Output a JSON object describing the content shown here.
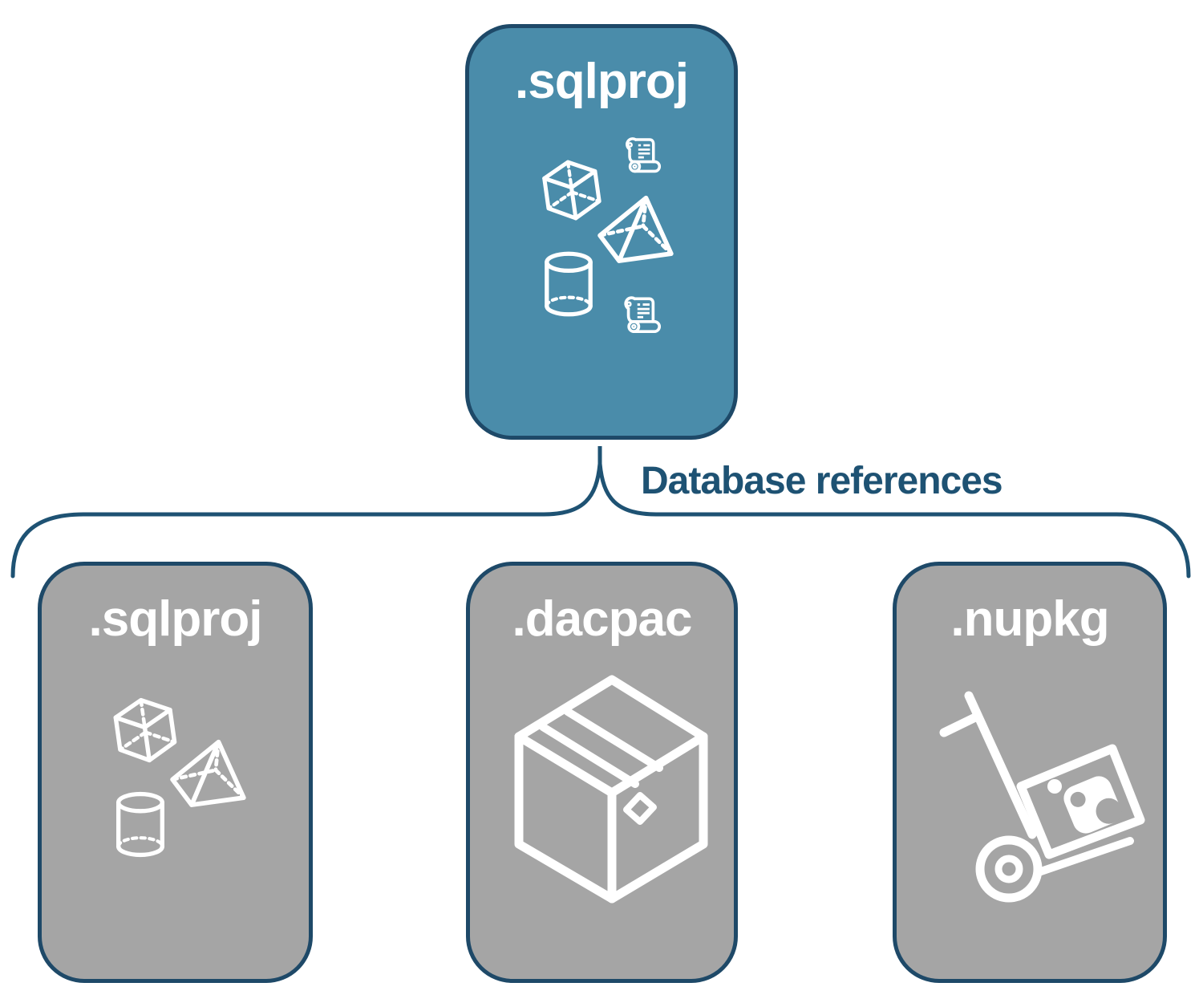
{
  "root": {
    "label": ".sqlproj"
  },
  "connector": {
    "label": "Database references"
  },
  "children": [
    {
      "label": ".sqlproj"
    },
    {
      "label": ".dacpac"
    },
    {
      "label": ".nupkg"
    }
  ],
  "colors": {
    "root_card_fill": "#4A8CAA",
    "child_card_fill": "#A5A5A5",
    "card_border": "#1E4968",
    "connector_blue": "#1E5273",
    "icon_white": "#FFFFFF"
  }
}
